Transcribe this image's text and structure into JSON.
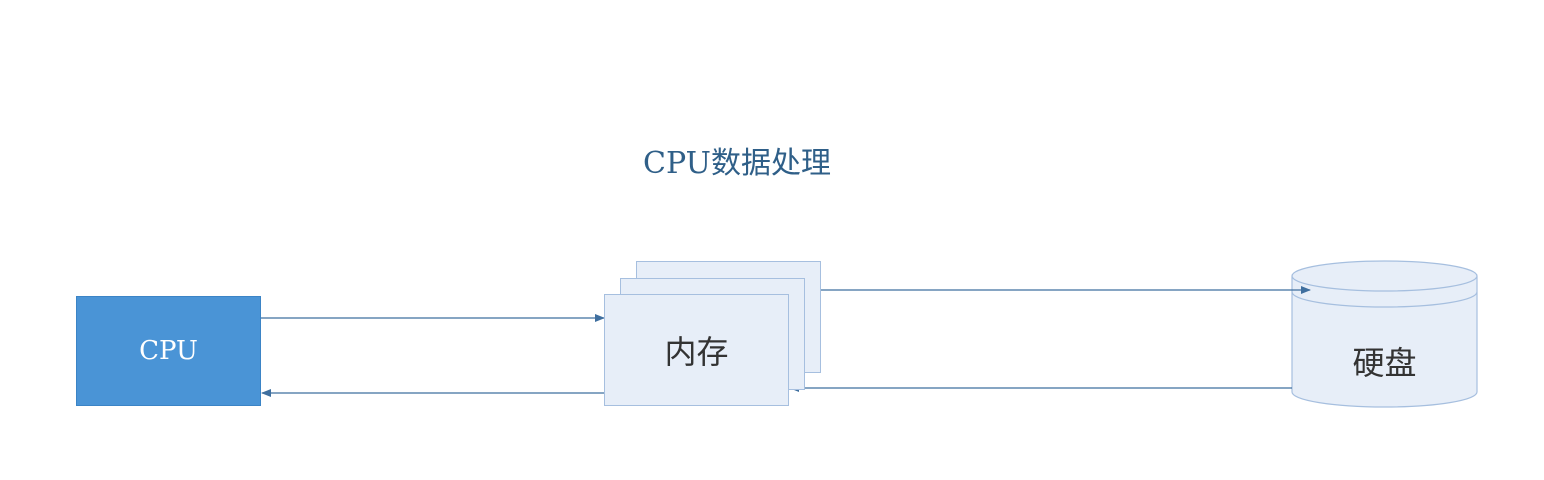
{
  "title": "CPU数据处理",
  "nodes": {
    "cpu": "CPU",
    "memory": "内存",
    "disk": "硬盘"
  },
  "colors": {
    "title": "#2f5f88",
    "cpu_fill": "#4a94d6",
    "memory_fill": "#e7eef8",
    "memory_border": "#a6bfdf",
    "disk_fill": "#e7eef8",
    "arrow": "#3f6f9f"
  }
}
